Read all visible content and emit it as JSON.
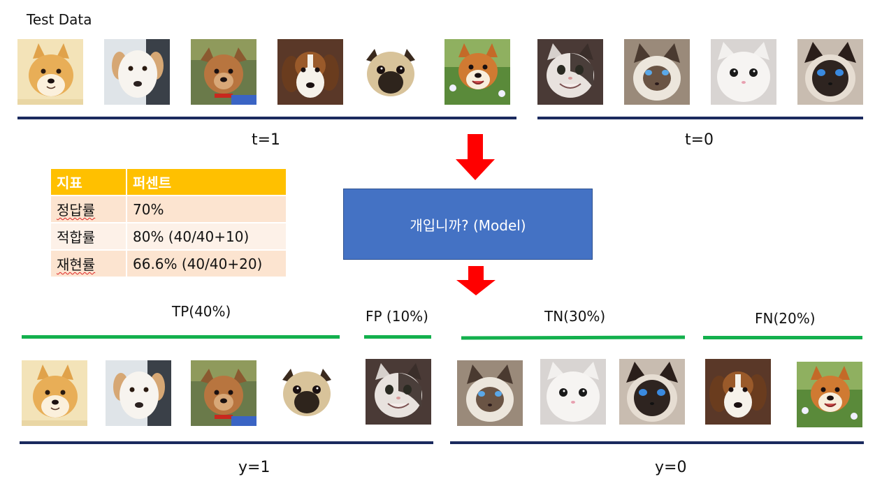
{
  "test_data_label": "Test Data",
  "t1_label": "t=1",
  "t0_label": "t=0",
  "model_label": "개입니까? (Model)",
  "table": {
    "header": [
      "지표",
      "퍼센트"
    ],
    "rows": [
      [
        "정답률",
        "70%"
      ],
      [
        "적합률",
        "80% (40/40+10)"
      ],
      [
        "재현률",
        "66.6% (40/40+20)"
      ]
    ]
  },
  "groups": {
    "tp": "TP(40%)",
    "fp": "FP  (10%)",
    "tn": "TN(30%)",
    "fn": "FN(20%)"
  },
  "y1_label": "y=1",
  "y0_label": "y=0",
  "colors": {
    "arrow": "#ff0000",
    "model_box": "#4472c4",
    "table_header": "#ffc000",
    "navy_line": "#1a2a5e",
    "green_line": "#13b04d"
  },
  "images": {
    "top": [
      "shiba-dog",
      "white-dog",
      "brown-puppy",
      "beagle-dog",
      "pug-dog",
      "shiba-smiling-dog",
      "smiling-cat",
      "siamese-cat",
      "white-cat",
      "dark-siamese-cat"
    ],
    "bottom": [
      "shiba-dog",
      "white-dog",
      "brown-puppy",
      "pug-dog",
      "smiling-cat",
      "siamese-cat",
      "white-cat",
      "dark-siamese-cat",
      "beagle-dog",
      "shiba-smiling-dog"
    ]
  }
}
